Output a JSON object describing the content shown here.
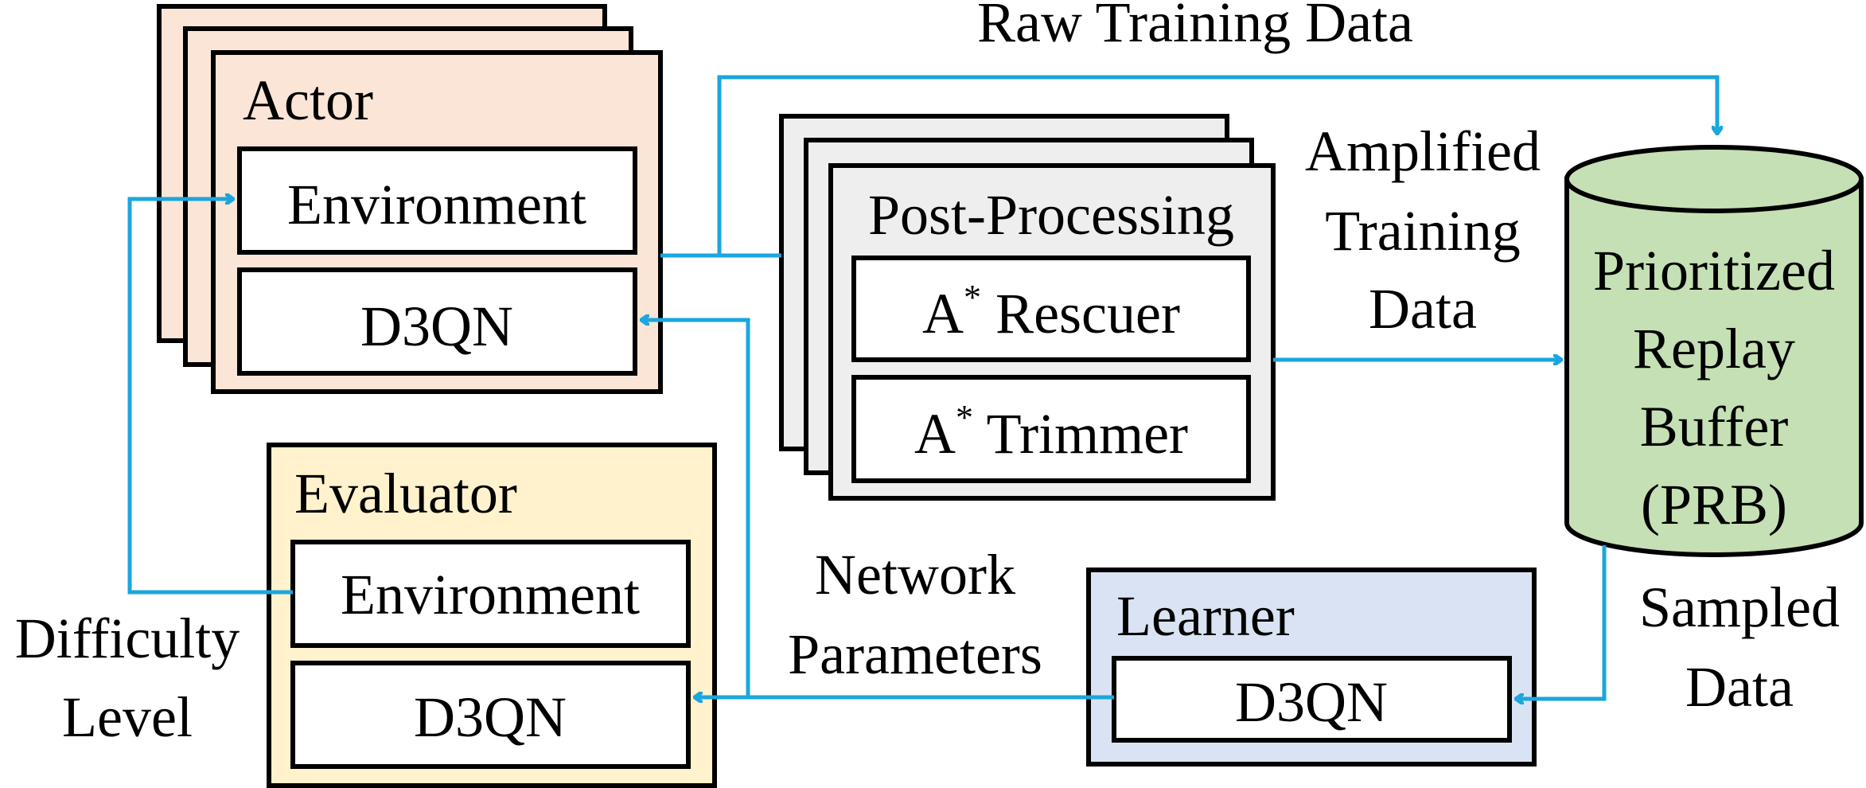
{
  "colors": {
    "actor_fill": "#fbe5d6",
    "evaluator_fill": "#fff2cc",
    "learner_fill": "#dae3f3",
    "postproc_fill": "#eeeeee",
    "prb_fill": "#c5e0b4",
    "arrow": "#1ba6dd"
  },
  "actor": {
    "title": "Actor",
    "env": "Environment",
    "net": "D3QN"
  },
  "postproc": {
    "title": "Post-Processing",
    "rescuer_a": "A",
    "rescuer_sup": "*",
    "rescuer_rest": " Rescuer",
    "trimmer_a": "A",
    "trimmer_sup": "*",
    "trimmer_rest": " Trimmer"
  },
  "prb": {
    "line1": "Prioritized",
    "line2": "Replay",
    "line3": "Buffer",
    "line4": "(PRB)"
  },
  "evaluator": {
    "title": "Evaluator",
    "env": "Environment",
    "net": "D3QN"
  },
  "learner": {
    "title": "Learner",
    "net": "D3QN"
  },
  "edges": {
    "raw": "Raw Training Data",
    "amplified_1": "Amplified",
    "amplified_2": "Training",
    "amplified_3": "Data",
    "network_1": "Network",
    "network_2": "Parameters",
    "sampled_1": "Sampled",
    "sampled_2": "Data",
    "difficulty_1": "Difficulty",
    "difficulty_2": "Level"
  }
}
